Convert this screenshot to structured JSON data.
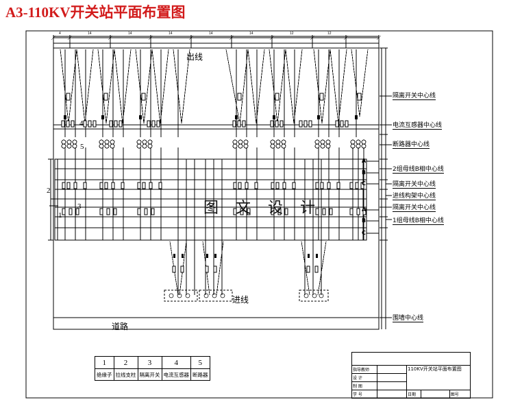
{
  "document": {
    "title": "A3-110KV开关站平面布置图",
    "watermark": "图 文 设 计"
  },
  "drawing": {
    "area_labels": {
      "outgoing": "出线",
      "incoming": "进线",
      "road": "道路"
    },
    "right_labels": [
      "隔离开关中心线",
      "电流互感器中心线",
      "断路器中心线",
      "2组母线B相中心线",
      "隔离开关中心线",
      "进线构架中心线",
      "隔离开关中心线",
      "1组母线B相中心线",
      "围墙中心线"
    ],
    "phase_labels_group2": [
      "A",
      "B",
      "C"
    ],
    "phase_labels_group1": [
      "A",
      "B",
      "C"
    ],
    "callouts": [
      "1",
      "2",
      "3",
      "4",
      "5"
    ],
    "top_dimensions": [
      "4",
      "14",
      "14",
      "14",
      "14",
      "14",
      "12",
      "12"
    ]
  },
  "legend": {
    "numbers": [
      "1",
      "2",
      "3",
      "4",
      "5"
    ],
    "descriptions": [
      "绝缘子",
      "拉线支柱",
      "隔离开关",
      "电流互感器",
      "断路器"
    ]
  },
  "title_block": {
    "rows": [
      {
        "label": "指导教师",
        "value": ""
      },
      {
        "label": "设    计",
        "value": ""
      },
      {
        "label": "制    图",
        "value": ""
      },
      {
        "label": "学    号",
        "value": ""
      }
    ],
    "sheet_title": "110KV开关站平面布置图",
    "date_label": "日期",
    "date_value": "",
    "sheet_label": "图号",
    "sheet_value": ""
  },
  "colors": {
    "title_red": "#d21b1b",
    "line_black": "#000000",
    "background": "#ffffff"
  }
}
